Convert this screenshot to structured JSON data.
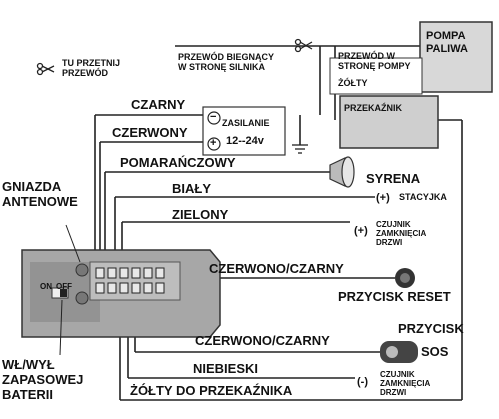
{
  "legend": {
    "cut_wire": "TU PRZETNIJ\nPRZEWÓD"
  },
  "top": {
    "engine_wire": "PRZEWÓD BIEGNĄCY\nW STRONĘ SILNIKA",
    "pump_wire": "PRZEWÓD W\nSTRONĘ POMPY",
    "pump_wire_color": "ŻÓŁTY",
    "fuel_pump": "POMPA\nPALIWA",
    "relay": "PRZEKAŹNIK"
  },
  "power": {
    "label": "ZASILANIE",
    "voltage": "12--24v",
    "minus": "−",
    "plus": "+"
  },
  "wires": {
    "black": "CZARNY",
    "red": "CZERWONY",
    "orange": "POMARAŃCZOWY",
    "white": "BIAŁY",
    "green": "ZIELONY",
    "red_black_1": "CZERWONO/CZARNY",
    "red_black_2": "CZERWONO/CZARNY",
    "blue": "NIEBIESKI",
    "yellow": "ŻÓŁTY DO PRZEKAŹNIKA"
  },
  "devices": {
    "siren": "SYRENA",
    "ignition_sign": "(+)",
    "ignition": "STACYJKA",
    "door_pos_sign": "(+)",
    "door_pos": "CZUJNIK\nZAMKNIĘCIA\nDRZWI",
    "reset": "PRZYCISK RESET",
    "sos_title": "PRZYCISK",
    "sos": "SOS",
    "door_neg_sign": "(-)",
    "door_neg": "CZUJNIK\nZAMKNIĘCIA\nDRZWI"
  },
  "unit": {
    "antenna": "GNIAZDA\nANTENOWE",
    "switch_on": "ON",
    "switch_off": "OFF",
    "backup": "WŁ/WYŁ\nZAPASOWEJ\nBATERII"
  }
}
